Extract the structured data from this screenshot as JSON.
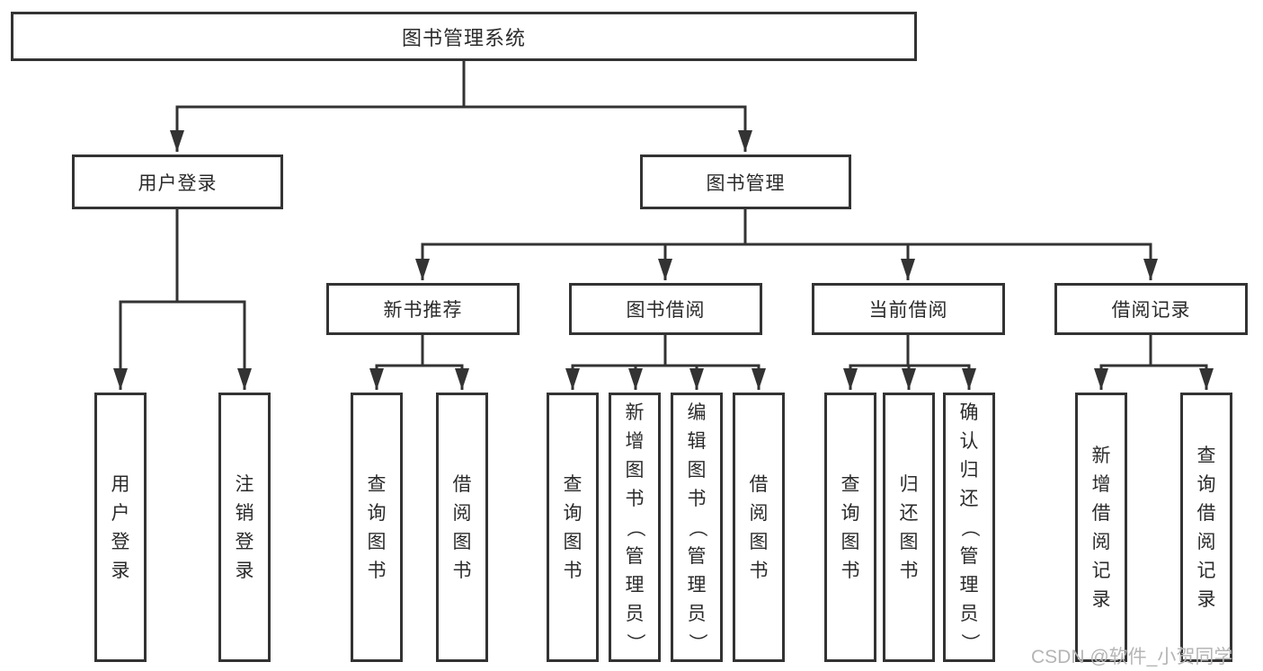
{
  "nodes": {
    "root": "图书管理系统",
    "user_login": "用户登录",
    "book_management": "图书管理",
    "new_book_recommend": "新书推荐",
    "book_borrowing": "图书借阅",
    "current_borrowing": "当前借阅",
    "borrowing_records": "借阅记录"
  },
  "leaves": {
    "user_login": [
      "用户登录",
      "注销登录"
    ],
    "new_book_recommend": [
      "查询图书",
      "借阅图书"
    ],
    "book_borrowing": [
      "查询图书",
      "新增图书（管理员）",
      "编辑图书（管理员）",
      "借阅图书"
    ],
    "current_borrowing": [
      "查询图书",
      "归还图书",
      "确认归还（管理员）"
    ],
    "borrowing_records": [
      "新增借阅记录",
      "查询借阅记录"
    ]
  },
  "watermark": "CSDN @软件_小贺同学",
  "colors": {
    "line": "#333333",
    "box_border": "#333333",
    "text": "#2b2b2b",
    "background": "#ffffff",
    "watermark": "#b5b5b5"
  }
}
